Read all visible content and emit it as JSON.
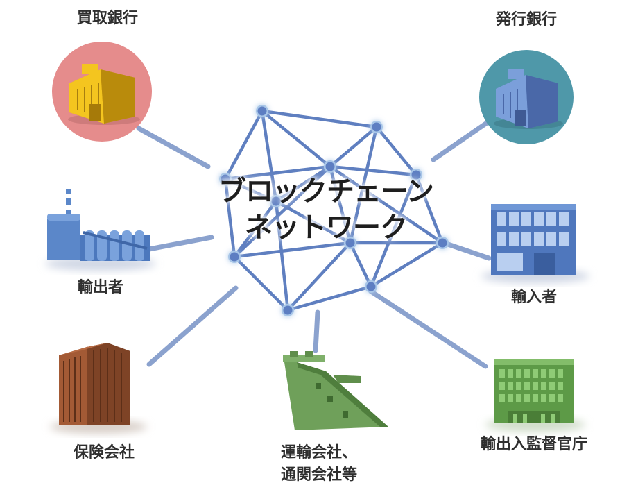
{
  "center": {
    "line1": "ブロックチェーン",
    "line2": "ネットワーク"
  },
  "participants": {
    "acquiring_bank": "買取銀行",
    "issuing_bank": "発行銀行",
    "exporter": "輸出者",
    "importer": "輸入者",
    "insurance": "保険会社",
    "shipping_line1": "運輸会社、",
    "shipping_line2": "通関会社等",
    "regulator": "輸出入監督官庁"
  },
  "colors": {
    "link": "#6f8fc6",
    "node": "#5d7ec2",
    "acquiring_circle": "#e58c8c",
    "issuing_circle": "#4f98a9",
    "bank_gold": "#f2c21b",
    "bank_blue": "#6c8fd0",
    "factory_blue": "#5b87c9",
    "office_blue": "#6f97d6",
    "insurance_brown": "#8a4b2c",
    "port_green": "#6fa05a",
    "gov_green": "#66a34f"
  }
}
